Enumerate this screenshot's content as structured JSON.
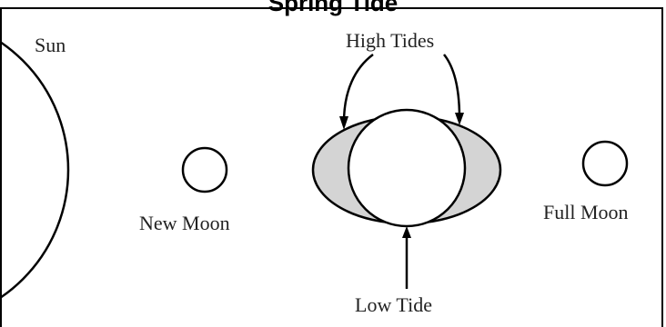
{
  "title": "Spring Tide",
  "labels": {
    "sun": "Sun",
    "high_tides": "High Tides",
    "new_moon": "New Moon",
    "full_moon": "Full Moon",
    "low_tide": "Low Tide"
  },
  "colors": {
    "bulge_fill": "#d4d4d4",
    "stroke": "#000000"
  }
}
